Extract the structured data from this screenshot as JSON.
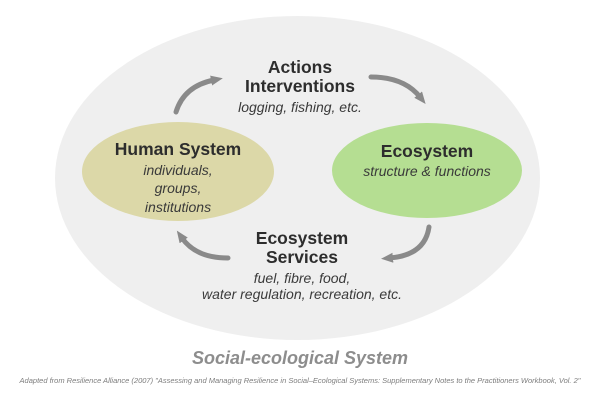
{
  "diagram": {
    "system_label": "Social-ecological System",
    "attribution": "Adapted from Resilience Alliance (2007) \"Assessing and Managing Resilience in Social–Ecological Systems: Supplementary Notes to the Practitioners Workbook, Vol. 2\"",
    "nodes": {
      "actions": {
        "title": "Actions\nInterventions",
        "subtitle": "logging, fishing, etc."
      },
      "human_system": {
        "title": "Human System",
        "subtitle": "individuals,\ngroups,\ninstitutions"
      },
      "ecosystem": {
        "title": "Ecosystem",
        "subtitle": "structure & functions"
      },
      "ecosystem_services": {
        "title": "Ecosystem\nServices",
        "subtitle": "fuel, fibre, food,\nwater regulation, recreation, etc."
      }
    },
    "arrows": [
      {
        "name": "human-to-actions-arrow"
      },
      {
        "name": "actions-to-ecosystem-arrow"
      },
      {
        "name": "ecosystem-to-services-arrow"
      },
      {
        "name": "services-to-human-arrow"
      }
    ],
    "colors": {
      "outer_ellipse": "#efefef",
      "human_system_fill": "#dcd8a8",
      "ecosystem_fill": "#b5de92",
      "arrow": "#8a8a8a",
      "title_text": "#2d2d2d",
      "muted_text": "#8d8d8d"
    }
  }
}
